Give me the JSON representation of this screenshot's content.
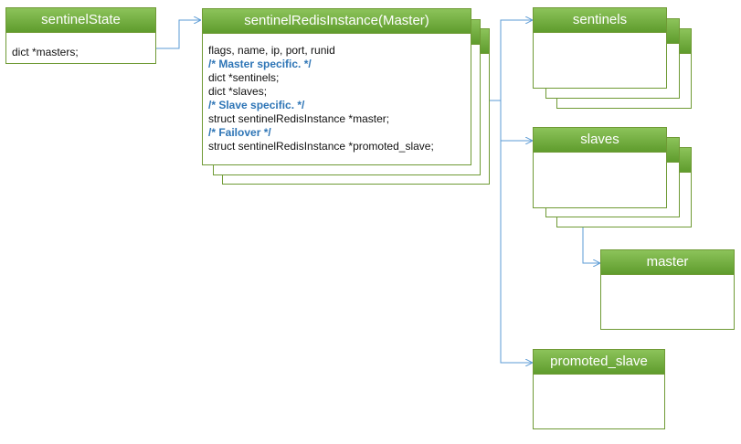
{
  "colors": {
    "header_fill": "#6aab36",
    "border": "#6f9a35",
    "connector": "#5b9bd5",
    "comment": "#2e75b6"
  },
  "sentinel_state": {
    "title": "sentinelState",
    "fields": [
      "dict *masters;"
    ]
  },
  "redis_instance": {
    "title": "sentinelRedisInstance(Master)",
    "lines": [
      {
        "text": "flags, name, ip,  port, runid",
        "comment": false
      },
      {
        "text": "/* Master specific. */",
        "comment": true
      },
      {
        "text": "dict *sentinels;",
        "comment": false
      },
      {
        "text": "dict *slaves;",
        "comment": false
      },
      {
        "text": "/* Slave specific. */",
        "comment": true
      },
      {
        "text": "struct sentinelRedisInstance *master;",
        "comment": false
      },
      {
        "text": "/* Failover */",
        "comment": true
      },
      {
        "text": "struct sentinelRedisInstance *promoted_slave;",
        "comment": false
      }
    ]
  },
  "sentinels": {
    "title": "sentinels"
  },
  "slaves": {
    "title": "slaves"
  },
  "master": {
    "title": "master"
  },
  "promoted_slave": {
    "title": "promoted_slave"
  }
}
